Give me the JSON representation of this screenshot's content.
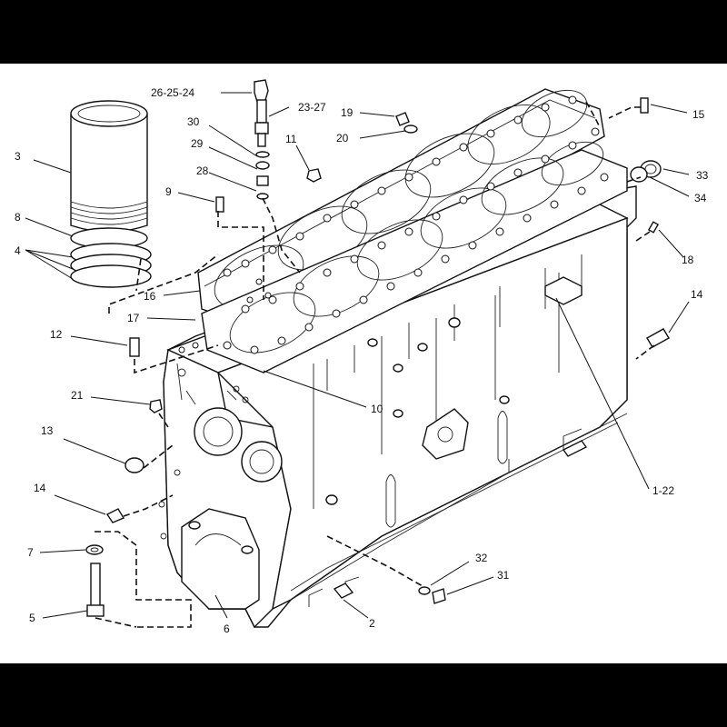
{
  "labels": {
    "l_26_25_24": "26-25-24",
    "l_23_27": "23-27",
    "l_30": "30",
    "l_29": "29",
    "l_28": "28",
    "l_11": "11",
    "l_19": "19",
    "l_20": "20",
    "l_15": "15",
    "l_3": "3",
    "l_9": "9",
    "l_33": "33",
    "l_34": "34",
    "l_8": "8",
    "l_4": "4",
    "l_18": "18",
    "l_16": "16",
    "l_17": "17",
    "l_14a": "14",
    "l_12": "12",
    "l_10": "10",
    "l_21": "21",
    "l_13": "13",
    "l_1_22": "1-22",
    "l_14b": "14",
    "l_7": "7",
    "l_32": "32",
    "l_31": "31",
    "l_5": "5",
    "l_6": "6",
    "l_2": "2"
  }
}
